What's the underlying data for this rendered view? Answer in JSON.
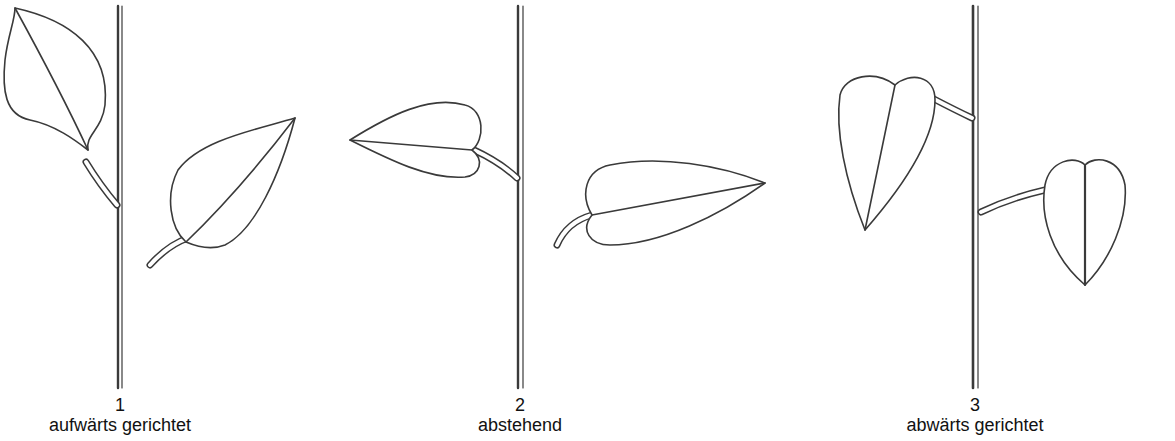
{
  "diagram": {
    "labels": [
      "1",
      "aufwärts gerichtet",
      "2",
      "abstehend",
      "3",
      "abwärts gerichtet"
    ]
  }
}
